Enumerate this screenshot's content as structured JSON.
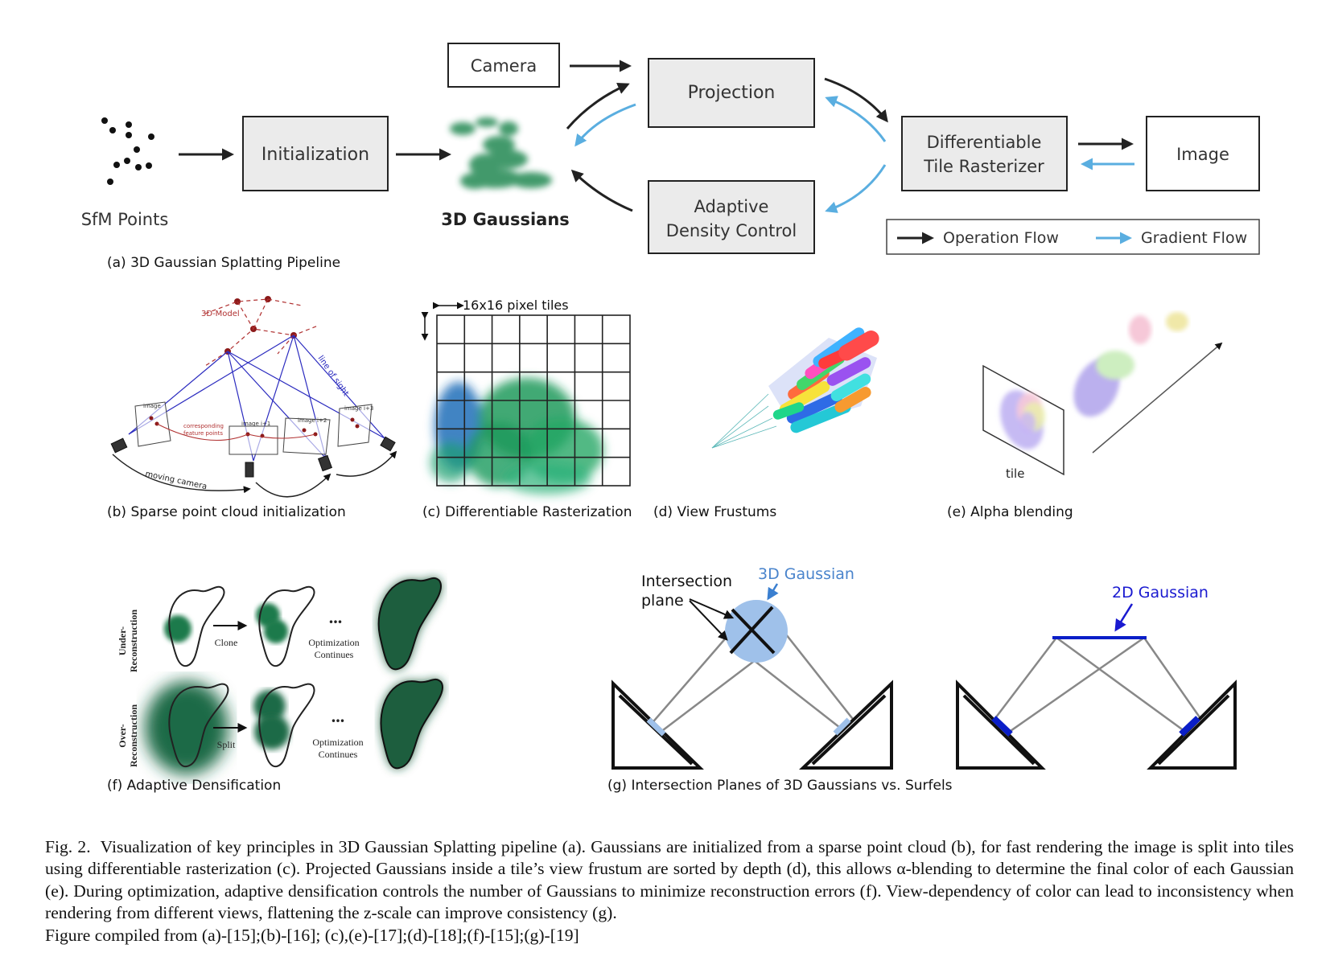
{
  "pipeline": {
    "sfm_label": "SfM Points",
    "initialization": "Initialization",
    "gaussians_label": "3D Gaussians",
    "camera": "Camera",
    "projection": "Projection",
    "adc_line1": "Adaptive",
    "adc_line2": "Density Control",
    "rasterizer_line1": "Differentiable",
    "rasterizer_line2": "Tile Rasterizer",
    "image": "Image",
    "legend_operation": "Operation Flow",
    "legend_gradient": "Gradient Flow",
    "caption": "(a) 3D Gaussian Splatting Pipeline"
  },
  "panel_b": {
    "model_label": "3D-Model",
    "line_of_sight": "line of sight",
    "corresponding": "corresponding",
    "feature_points": "feature points",
    "image_label": "image",
    "image_i1": "image i+1",
    "image_i2": "image i+2",
    "image_i3": "image i+3",
    "moving_camera": "moving camera",
    "caption": "(b) Sparse point cloud initialization"
  },
  "panel_c": {
    "tiles_label": "16x16 pixel tiles",
    "caption": "(c) Differentiable Rasterization"
  },
  "panel_d": {
    "caption": "(d) View Frustums"
  },
  "panel_e": {
    "tile_label": "tile",
    "caption": "(e) Alpha blending"
  },
  "panel_f": {
    "under_1": "Under-",
    "under_2": "Reconstruction",
    "over_1": "Over-",
    "over_2": "Reconstruction",
    "clone": "Clone",
    "split": "Split",
    "ellipsis": "...",
    "opt_1": "Optimization",
    "opt_2": "Continues",
    "caption": "(f) Adaptive Densification"
  },
  "panel_g": {
    "intersection_1": "Intersection",
    "intersection_2": "plane",
    "gaussian3d": "3D Gaussian",
    "gaussian2d": "2D Gaussian",
    "caption": "(g) Intersection Planes of 3D Gaussians vs. Surfels"
  },
  "figure_caption": {
    "prefix": "Fig. 2.",
    "text": "Visualization of key principles in 3D Gaussian Splatting pipeline (a). Gaussians are initialized from a sparse point cloud (b), for fast rendering the image is split into tiles using differentiable rasterization (c). Projected Gaussians inside a tile’s view frustum are sorted by depth (d), this allows α-blending to determine the final color of each Gaussian (e). During optimization, adaptive densification controls the number of Gaussians to minimize reconstruction errors (f). View-dependency of color can lead to inconsistency when rendering from different views, flattening the z-scale can improve consistency (g).",
    "credits": "Figure compiled from (a)-[15];(b)-[16]; (c),(e)-[17];(d)-[18];(f)-[15];(g)-[19]"
  },
  "colors": {
    "box_fill": "#ebebeb",
    "operation_arrow": "#222222",
    "gradient_arrow": "#5aaee0",
    "gaussian_green": "#1f8a55",
    "dark_green": "#1d5e3e",
    "surfel_blue": "#0a1ec8",
    "gaussian_blue_fill": "#9fc1ea"
  }
}
